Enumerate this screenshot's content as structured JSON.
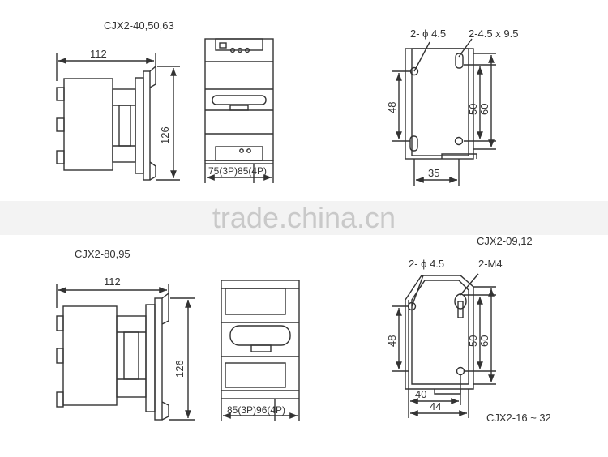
{
  "watermark": "trade.china.cn",
  "models": {
    "top_left": "CJX2-40,50,63",
    "bottom_left": "CJX2-80,95",
    "right_mid": "CJX2-09,12",
    "bottom_right": "CJX2-16 ~ 32"
  },
  "dims": {
    "tl_width": "112",
    "tl_height": "126",
    "tl_side": "75(3P)85(4P)",
    "tr_hole": "2- ϕ 4.5",
    "tr_slot": "2-4.5 x 9.5",
    "tr_48": "48",
    "tr_50": "50",
    "tr_60": "60",
    "tr_35": "35",
    "bl_width": "112",
    "bl_height": "126",
    "bl_side": "85(3P)96(4P)",
    "br_hole": "2- ϕ 4.5",
    "br_m4": "2-M4",
    "br_48": "48",
    "br_50": "50",
    "br_60": "60",
    "br_40": "40",
    "br_44": "44"
  }
}
